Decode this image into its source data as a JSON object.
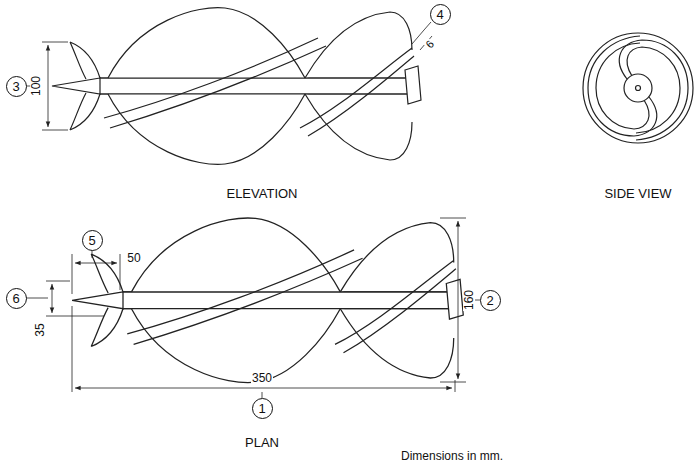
{
  "diagram": {
    "nodes": [
      {
        "text": [
          "4"
        ]
      },
      {
        "text": [
          "3"
        ]
      },
      {
        "text": [
          "5"
        ]
      },
      {
        "text": [
          "6"
        ]
      },
      {
        "text": [
          "2"
        ]
      },
      {
        "text": [
          "1"
        ]
      }
    ],
    "labels": [
      "100",
      "6",
      "ELEVATION",
      "SIDE VIEW",
      "50",
      "160",
      "35",
      "350",
      "PLAN",
      "Dimensions in mm."
    ]
  }
}
